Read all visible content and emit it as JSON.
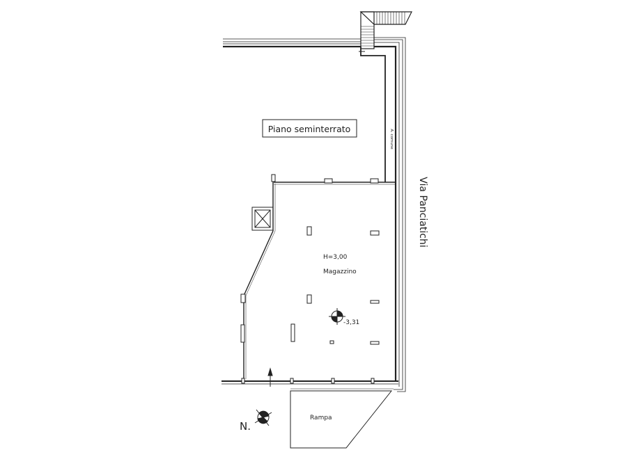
{
  "plan": {
    "floor_label": "Piano seminterrato",
    "street_label": "Via Panciatichi",
    "common_area_label": "A. comune",
    "room": {
      "height_label": "H=3,00",
      "name": "Magazzino",
      "level_label": "-3,31"
    },
    "ramp_label": "Rampa",
    "north_label": "N."
  },
  "colors": {
    "line": "#222222",
    "background": "#ffffff"
  }
}
